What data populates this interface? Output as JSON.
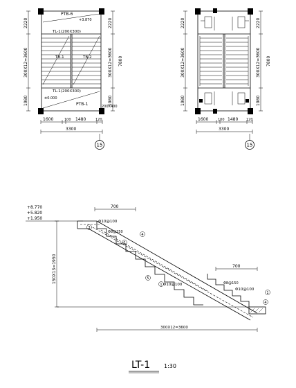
{
  "plan_left": {
    "grid_label": "15",
    "dim_top": "2220",
    "dim_middle": "300X12=3600",
    "dim_bottom": "1980",
    "dim_total": "7800",
    "dim_span_a": "1600",
    "dim_span_b": "100",
    "dim_span_c": "1480",
    "dim_span_d": "120",
    "dim_overall": "3300",
    "label_ptb_top": "PTB-6",
    "label_ptb_bottom": "PTB-1",
    "label_tl_top": "TL-1(200X300)",
    "label_tl_bottom": "TL-1(200X300)",
    "label_tb_left": "TB-1",
    "label_tb_right": "TB-2",
    "level_a": "+3.870",
    "level_b": "±0.000",
    "note_corner": "200X400"
  },
  "plan_right": {
    "grid_label": "15",
    "dim_top": "2220",
    "dim_middle": "300X12=3600",
    "dim_bottom": "1980",
    "dim_total": "7800",
    "dim_span_a": "1600",
    "dim_span_b": "100",
    "dim_span_c": "1480",
    "dim_span_d": "120",
    "dim_overall": "3300"
  },
  "section": {
    "level_top": "+8.770",
    "level_mid": "+5.820",
    "level_low": "+1.950",
    "dim_upper": "700",
    "dim_lower": "700",
    "dim_height": "150X13=1950",
    "dim_run": "300X12=3600",
    "rebar_upper": "Φ10@100",
    "rebar_mid": "Φ10@100",
    "rebar_lower": "Φ10@100",
    "bar_note": "Φ8@150",
    "circle_1": "1",
    "circle_2": "2",
    "circle_3": "3",
    "circle_4": "4",
    "circle_5": "5",
    "title": "LT-1",
    "scale": "1:30"
  }
}
